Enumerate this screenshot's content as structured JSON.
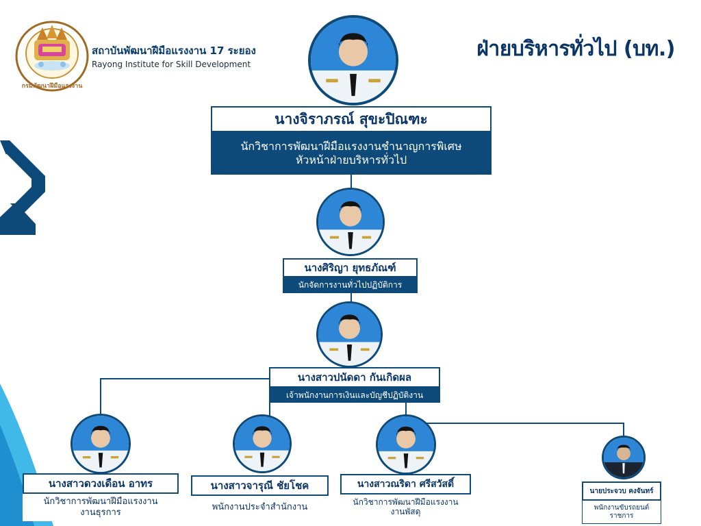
{
  "header": {
    "org_name_th": "สถาบันพัฒนาฝีมือแรงงาน 17 ระยอง",
    "org_name_en": "Rayong Institute for Skill Development",
    "logo_text": "กรมพัฒนาฝีมือแรงงาน",
    "page_title": "ฝ่ายบริหารทั่วไป (บท.)"
  },
  "colors": {
    "primary": "#0d4a7a",
    "accent_light": "#40b8e8",
    "text_dark": "#0a3566",
    "white": "#ffffff"
  },
  "head": {
    "name": "นางจิราภรณ์ สุขะปิณฑะ",
    "role_line1": "นักวิชาการพัฒนาฝีมือแรงงานชำนาญการพิเศษ",
    "role_line2": "หัวหน้าฝ่ายบริหารทั่วไป"
  },
  "level2": {
    "name": "นางศิริญา ยุทธภัณฑ์",
    "role": "นักจัดการงานทั่วไปปฏิบัติการ"
  },
  "level3": {
    "name": "นางสาวปนัดดา กันเกิดผล",
    "role": "เจ้าพนักงานการเงินและบัญชีปฏิบัติงาน"
  },
  "staff": [
    {
      "name": "นางสาวดวงเดือน อาทร",
      "role_line1": "นักวิชาการพัฒนาฝีมือแรงงาน",
      "role_line2": "งานธุรการ"
    },
    {
      "name": "นางสาวจารุณี ชัยโชค",
      "role_line1": "พนักงานประจำสำนักงาน",
      "role_line2": ""
    },
    {
      "name": "นางสาวณริดา ศรีสวัสดิ์",
      "role_line1": "นักวิชาการพัฒนาฝีมือแรงงาน",
      "role_line2": "งานพัสดุ"
    },
    {
      "name": "นายประจวบ คงจันทร์",
      "role_line1": "พนักงานขับรถยนต์",
      "role_line2": "ราชการ"
    }
  ]
}
